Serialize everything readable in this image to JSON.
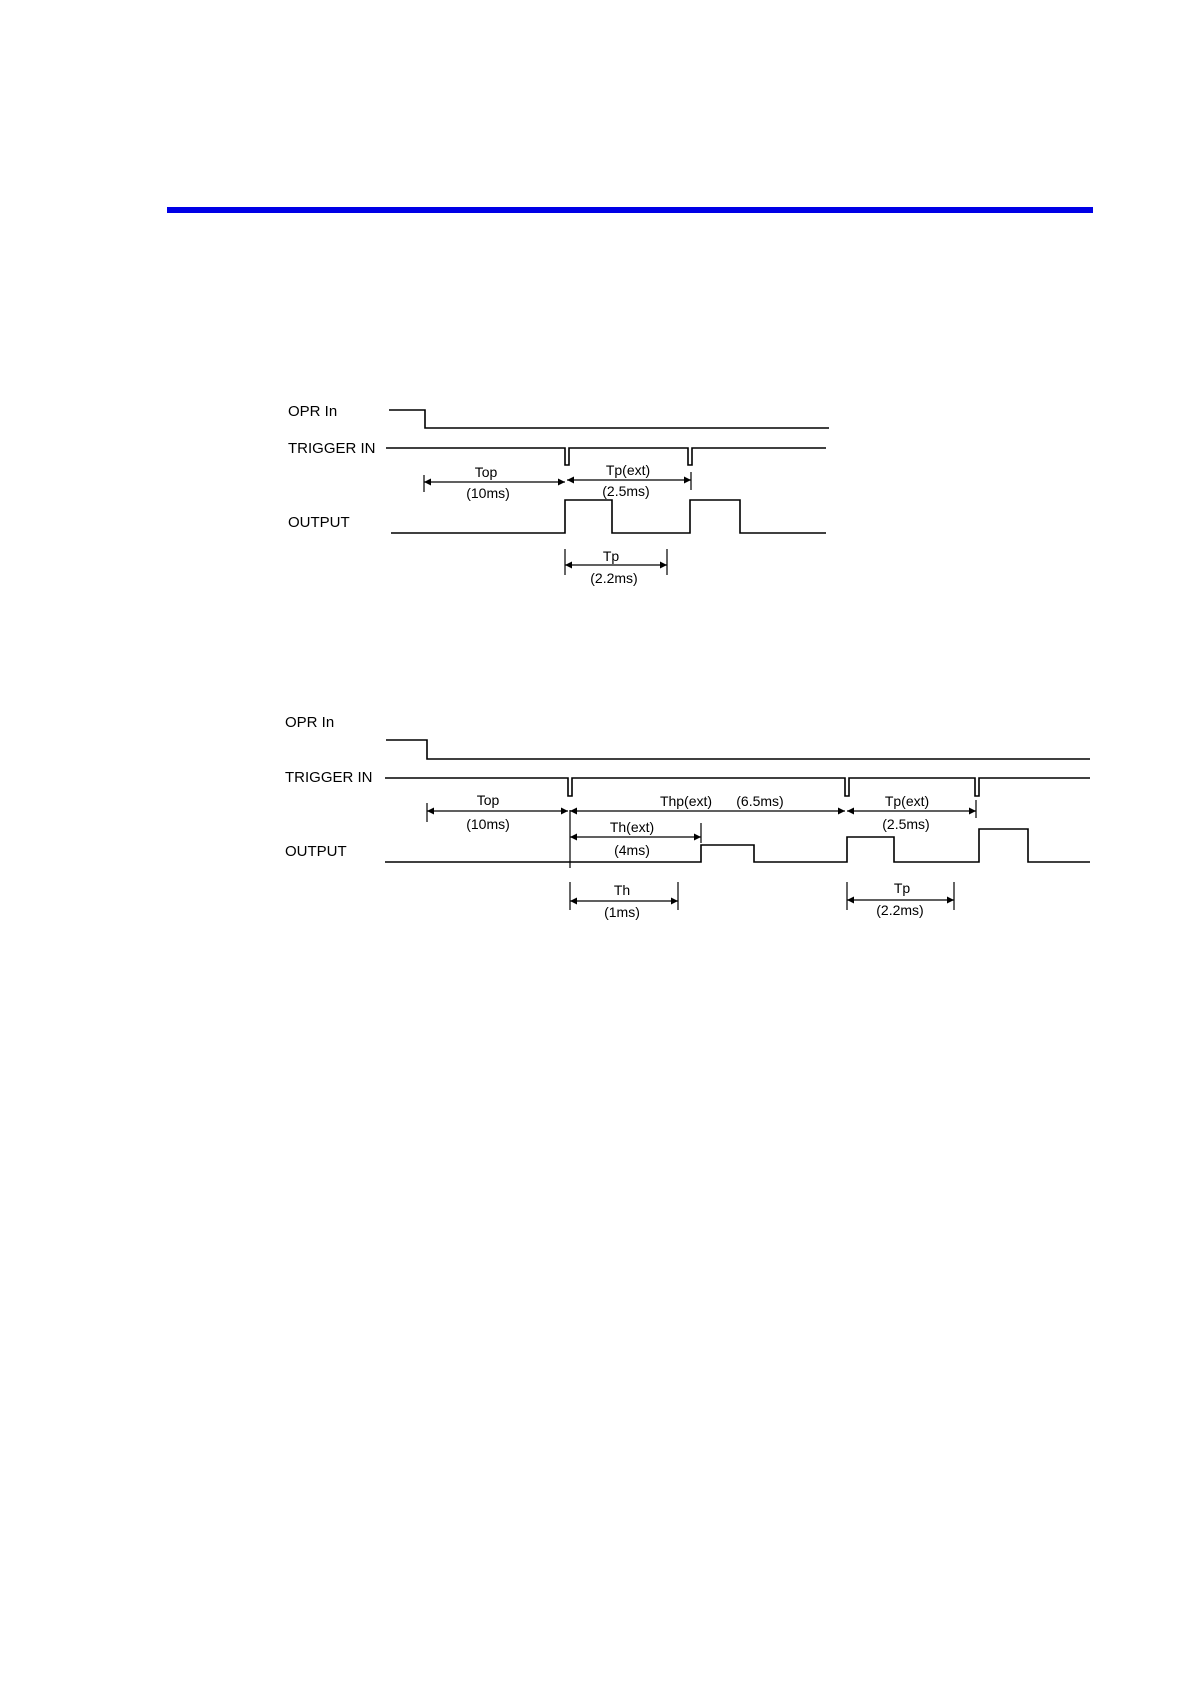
{
  "accent_color": "#0000e6",
  "diagram1": {
    "signals": {
      "opr": "OPR In",
      "trigger": "TRIGGER IN",
      "output": "OUTPUT"
    },
    "top": {
      "name": "Top",
      "value": "(10ms)"
    },
    "tp_ext": {
      "name": "Tp(ext)",
      "value": "(2.5ms)"
    },
    "tp": {
      "name": "Tp",
      "value": "(2.2ms)"
    }
  },
  "diagram2": {
    "signals": {
      "opr": "OPR In",
      "trigger": "TRIGGER IN",
      "output": "OUTPUT"
    },
    "top": {
      "name": "Top",
      "value": "(10ms)"
    },
    "thp_ext": {
      "name": "Thp(ext)",
      "value": "(6.5ms)"
    },
    "th_ext": {
      "name": "Th(ext)",
      "value": "(4ms)"
    },
    "tp_ext": {
      "name": "Tp(ext)",
      "value": "(2.5ms)"
    },
    "th": {
      "name": "Th",
      "value": "(1ms)"
    },
    "tp": {
      "name": "Tp",
      "value": "(2.2ms)"
    }
  }
}
